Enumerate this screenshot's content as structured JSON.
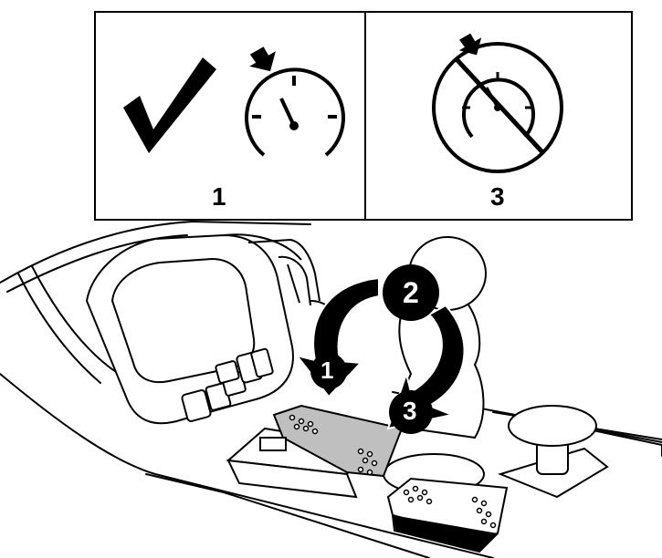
{
  "panels": {
    "left": {
      "caption": "1"
    },
    "right": {
      "caption": "3"
    }
  },
  "steps": [
    {
      "label": "1"
    },
    {
      "label": "2"
    },
    {
      "label": "3"
    }
  ],
  "colors": {
    "ink": "#000000",
    "paper": "#ffffff",
    "pedal_highlight": "#bfbfbf"
  }
}
